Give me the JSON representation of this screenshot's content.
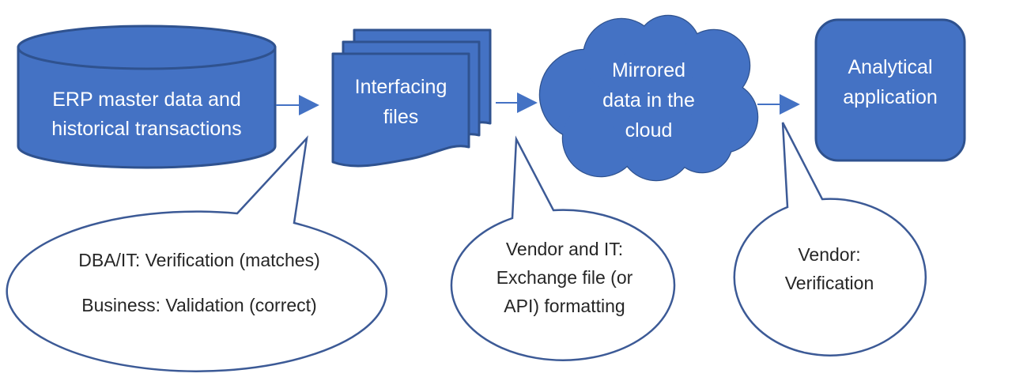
{
  "colors": {
    "shape_fill": "#4472C4",
    "shape_border": "#2F528F",
    "callout_fill": "#FFFFFF",
    "callout_border": "#3C5A96",
    "arrow": "#4472C4",
    "node_text": "#FFFFFF",
    "callout_text": "#262626",
    "background": "#FFFFFF"
  },
  "nodes": [
    {
      "id": "erp-database",
      "shape": "cylinder",
      "lines": [
        "ERP master data and",
        "historical transactions"
      ]
    },
    {
      "id": "interfacing-files",
      "shape": "document-stack",
      "lines": [
        "Interfacing",
        "files"
      ]
    },
    {
      "id": "mirrored-cloud",
      "shape": "cloud",
      "lines": [
        "Mirrored",
        "data in the",
        "cloud"
      ]
    },
    {
      "id": "analytical-application",
      "shape": "rounded-rectangle",
      "lines": [
        "Analytical",
        "application"
      ]
    }
  ],
  "connectors": [
    {
      "from": "erp-database",
      "to": "interfacing-files"
    },
    {
      "from": "interfacing-files",
      "to": "mirrored-cloud"
    },
    {
      "from": "mirrored-cloud",
      "to": "analytical-application"
    }
  ],
  "callouts": [
    {
      "id": "callout-dba-business",
      "points_to": "erp-database-to-interfacing-files",
      "lines": [
        "DBA/IT: Verification (matches)",
        "Business: Validation (correct)"
      ]
    },
    {
      "id": "callout-vendor-it",
      "points_to": "interfacing-files-to-mirrored-cloud",
      "lines": [
        "Vendor and IT:",
        "Exchange file (or",
        "API) formatting"
      ]
    },
    {
      "id": "callout-vendor",
      "points_to": "mirrored-cloud-to-analytical-application",
      "lines": [
        "Vendor:",
        "Verification"
      ]
    }
  ]
}
